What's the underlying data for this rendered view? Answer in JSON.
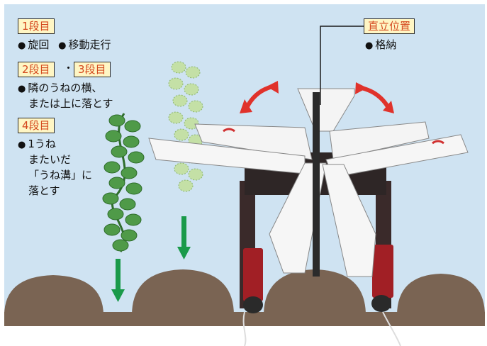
{
  "stages": {
    "stage1": {
      "label": "1段目",
      "item1": "旋回",
      "item2": "移動走行"
    },
    "stage23": {
      "label_a": "2段目",
      "sep": "・",
      "label_b": "3段目",
      "line1": "隣のうねの横、",
      "line2": "または上に落とす"
    },
    "stage4": {
      "label": "4段目",
      "line1": "1うね",
      "line2": "またいだ",
      "line3": "「うね溝」に",
      "line4": "落とす"
    }
  },
  "upright": {
    "label": "直立位置",
    "item": "格納"
  },
  "bullet": "●",
  "colors": {
    "tag_bg": "#fff6c4",
    "tag_text": "#d4471d",
    "sky": "#cfe3f2",
    "soil": "#7a6453",
    "arrow_red": "#e0322b",
    "arrow_green": "#1a9a4a",
    "vine_dark": "#3f8a3c",
    "vine_light": "#b9d99a"
  }
}
